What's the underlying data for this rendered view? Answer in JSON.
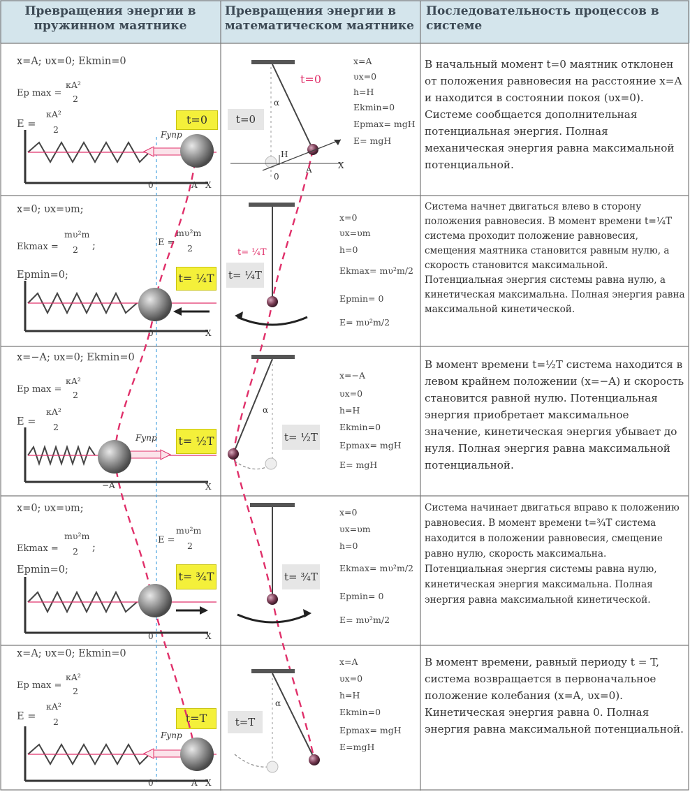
{
  "headers": {
    "spring": "Превращения энергии в пружинном маятнике",
    "math": "Превращения энергии в математическом маятнике",
    "process": "Последовательность процессов в системе"
  },
  "rows": [
    {
      "spring": {
        "state": "x=A;  υx=0;  Ekmin=0",
        "ep_label": "Ep max =",
        "ep_num": "κA²",
        "ep_den": "2",
        "e_label": "E =",
        "e_num": "κA²",
        "e_den": "2",
        "time": "t=0",
        "force": "Fупр",
        "axis": [
          "0",
          "A",
          "X"
        ]
      },
      "math": {
        "time": "t=0",
        "time_red": "t=0",
        "alpha": "α",
        "h_label": "H",
        "axis": [
          "0",
          "A",
          "X"
        ],
        "values": [
          "x=A",
          "υx=0",
          "h=H",
          "Ekmin=0",
          "Epmax= mgH",
          "E= mgH"
        ]
      },
      "description": "В начальный момент t=0 маятник отклонен от положения равновесия на расстояние x=A и находится в состоянии покоя (υx=0). Системе сообщается дополнительная потенциальная энергия. Полная механическая энергия равна максимальной потенциальной."
    },
    {
      "spring": {
        "state": "x=0;  υx=υm;",
        "ek_label": "Ekmax =",
        "ek_num": "mυ²m",
        "ek_den": "2",
        "ek_suffix": ";",
        "ep_min": "Epmin=0;",
        "e_label": "E =",
        "e_num": "mυ²m",
        "e_den": "2",
        "time": "t= ¼T",
        "axis": [
          "0",
          "X"
        ]
      },
      "math": {
        "time": "t= ¼T",
        "time_red": "t= ¼T",
        "values": [
          "x=0",
          "υx=υm",
          "h=0",
          "Ekmax= mυ²m/2",
          "Epmin= 0",
          "E= mυ²m/2"
        ]
      },
      "description": "Система начнет двигаться влево в сторону положения равновесия. В момент времени t=¼T система проходит положение равновесия, смещения маятника становится равным нулю, а скорость становится максимальной. Потенциальная энергия системы равна нулю, а кинетическая максимальна. Полная энергия равна максимальной кинетической."
    },
    {
      "spring": {
        "state": "x=−A;  υx=0;  Ekmin=0",
        "ep_label": "Ep max =",
        "ep_num": "κA²",
        "ep_den": "2",
        "e_label": "E =",
        "e_num": "κA²",
        "e_den": "2",
        "time": "t= ½T",
        "force": "Fупр",
        "axis": [
          "−A",
          "X"
        ]
      },
      "math": {
        "time": "t= ½T",
        "alpha": "α",
        "values": [
          "x=−A",
          "υx=0",
          "h=H",
          "Ekmin=0",
          "Epmax= mgH",
          "E= mgH"
        ]
      },
      "description": "В момент времени t=½T система находится в левом крайнем положении (x=−A) и скорость становится равной нулю. Потенциальная энергия приобретает максимальное значение, кинетическая энергия убывает до нуля. Полная энергия равна максимальной потенциальной."
    },
    {
      "spring": {
        "state": "x=0;  υx=υm;",
        "ek_label": "Ekmax =",
        "ek_num": "mυ²m",
        "ek_den": "2",
        "ek_suffix": ";",
        "ep_min": "Epmin=0;",
        "e_label": "E =",
        "e_num": "mυ²m",
        "e_den": "2",
        "time": "t= ¾T",
        "axis": [
          "0",
          "X"
        ]
      },
      "math": {
        "time": "t= ¾T",
        "values": [
          "x=0",
          "υx=υm",
          "h=0",
          "Ekmax= mυ²m/2",
          "Epmin= 0",
          "E= mυ²m/2"
        ]
      },
      "description": "Система начинает двигаться вправо к положению равновесия. В момент времени t=¾T система находится в положении равновесия, смещение равно нулю, скорость максимальна. Потенциальная энергия системы равна нулю, кинетическая энергия максимальна. Полная энергия равна максимальной кинетической."
    },
    {
      "spring": {
        "state": "x=A;  υx=0;  Ekmin=0",
        "ep_label": "Ep max =",
        "ep_num": "κA²",
        "ep_den": "2",
        "e_label": "E =",
        "e_num": "κA²",
        "e_den": "2",
        "time": "t=T",
        "force": "Fупр",
        "axis": [
          "0",
          "A",
          "X"
        ]
      },
      "math": {
        "time": "t=T",
        "alpha": "α",
        "values": [
          "x=A",
          "υx=0",
          "h=H",
          "Ekmin=0",
          "Epmax= mgH",
          "E=mgH"
        ]
      },
      "description": "В момент времени, равный периоду t = T, система возвращается в первоначальное положение колебания (x=A, υx=0). Кинетическая энергия равна 0. Полная энергия равна максимальной потенциальной."
    }
  ],
  "colors": {
    "header_bg": "#d4e5ec",
    "highlight": "#f4f03a",
    "trajectory": "#e0306a",
    "equilibrium_line": "#4aa3df"
  }
}
